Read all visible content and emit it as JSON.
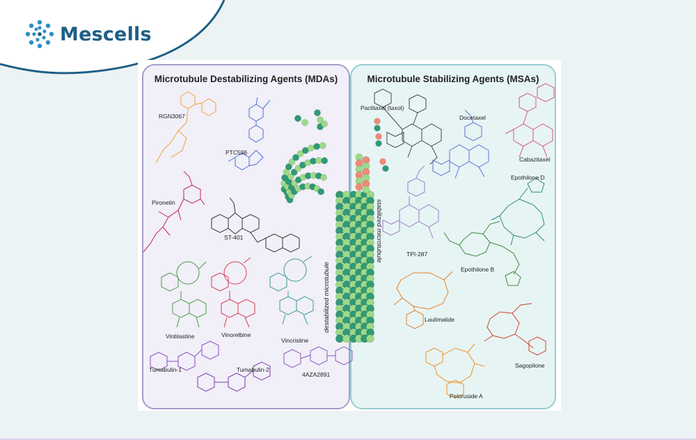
{
  "brand": {
    "name": "Mescells",
    "colors": {
      "primary": "#1e5f86",
      "accent": "#2a8fc6"
    }
  },
  "panels": {
    "left": {
      "title": "Microtubule Destabilizing Agents (MDAs)"
    },
    "right": {
      "title": "Microtubule Stabilizing Agents (MSAs)"
    }
  },
  "tube_labels": {
    "destabilized": "destabilized microtubule",
    "stabilized": "stabilized microtubule"
  },
  "agents_left": {
    "rgn3067": "RGN3067",
    "ptc596": "PTC596",
    "pironetin": "Pironetin",
    "st401": "ST-401",
    "vinblastine": "Vinblastine",
    "vinorelbine": "Vinorelbine",
    "vincristine": "Vincristine",
    "tumabulin1": "Tumabulin-1",
    "tumabulin2": "Tumabulin-2",
    "aza": "4AZA2891"
  },
  "agents_right": {
    "paclitaxel": "Paclitaxel (taxol)",
    "docetaxel": "Docetaxel",
    "cabazitaxel": "Cabazitaxel",
    "epothiloneD": "Epothilone D",
    "tpi287": "TPI-287",
    "epothiloneB": "Epothilone B",
    "laulimalide": "Laulimalide",
    "sagopilone": "Sagopilone",
    "peloruside": "Peloruside A"
  },
  "colors": {
    "tubulin_dark": "#2f9a75",
    "tubulin_light": "#9ed98a",
    "tubulin_salmon": "#f08a76"
  }
}
